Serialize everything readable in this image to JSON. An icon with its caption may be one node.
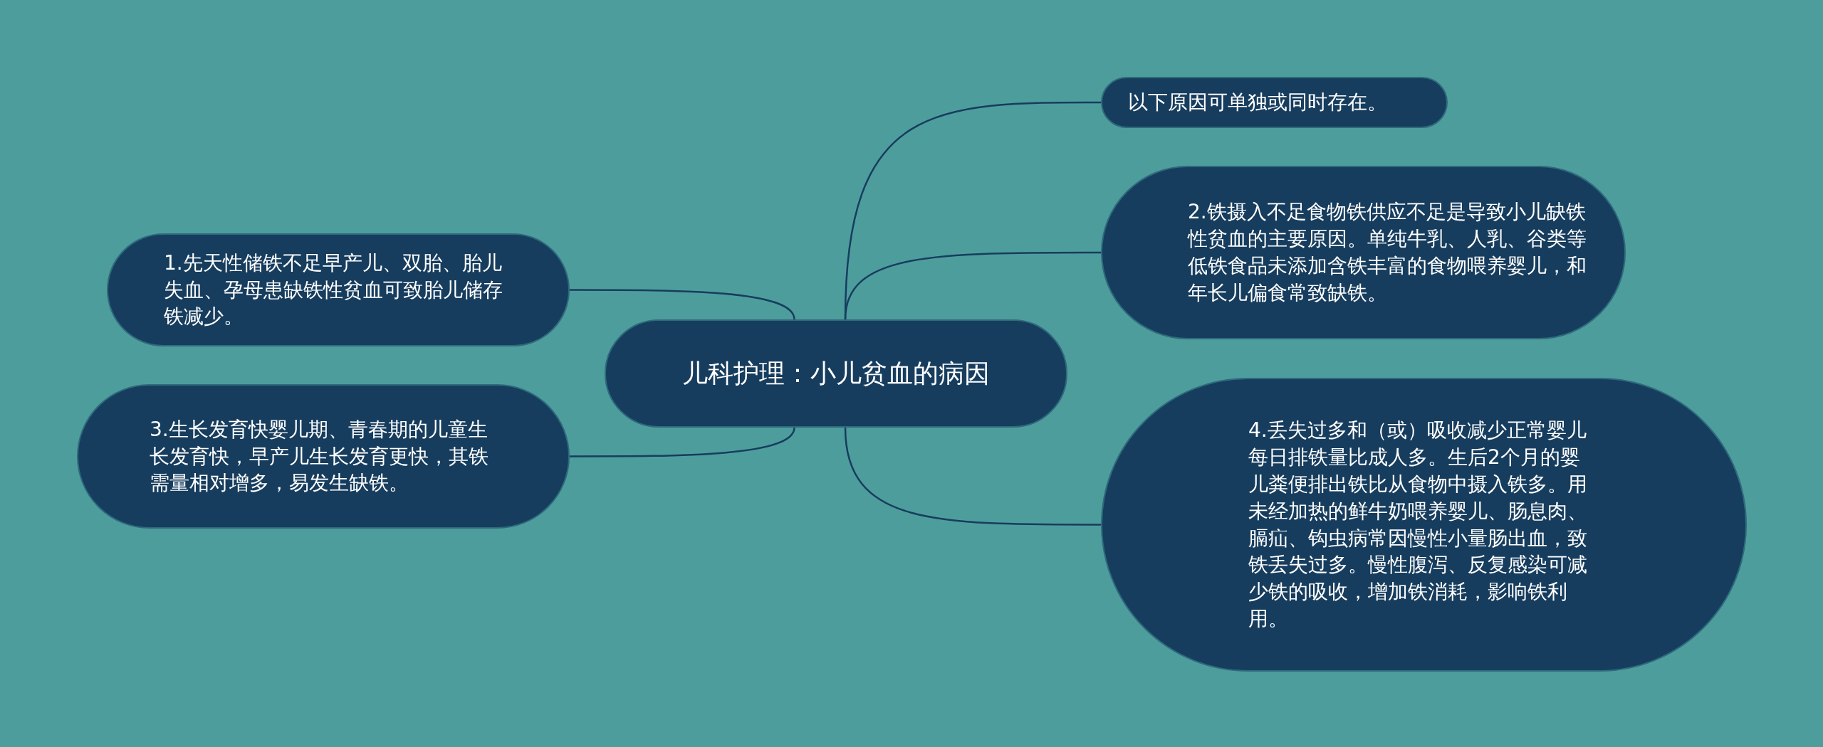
{
  "diagram": {
    "nodes": [
      {
        "text": [
          "儿科护理：小儿贫血的病因"
        ]
      },
      {
        "text": [
          "以下原因可单独或同时存在。"
        ]
      },
      {
        "text": [
          "2.铁摄入不足食物铁供应不足是导致小儿缺铁性贫血的主要原因。单纯牛乳、人乳、谷类等低铁食品未添加含铁丰富的食物喂养婴儿，和年长儿偏食常致缺铁。"
        ]
      },
      {
        "text": [
          "4.丢失过多和（或）吸收减少正常婴儿每日排铁量比成人多。生后2个月的婴儿粪便排出铁比从食物中摄入铁多。用未经加热的鲜牛奶喂养婴儿、肠息肉、膈疝、钩虫病常因慢性小量肠出血，致铁丢失过多。慢性腹泻、反复感染可减少铁的吸收，增加铁消耗，影响铁利用。"
        ]
      },
      {
        "text": [
          "1.先天性储铁不足早产儿、双胎、胎儿失血、孕母患缺铁性贫血可致胎儿储存铁减少。"
        ]
      },
      {
        "text": [
          "3.生长发育快婴儿期、青春期的儿童生长发育快，早产儿生长发育更快，其铁需量相对增多，易发生缺铁。"
        ]
      }
    ],
    "edges": [
      {
        "from": 0,
        "to": 1,
        "arrow": "none"
      },
      {
        "from": 0,
        "to": 2,
        "arrow": "none"
      },
      {
        "from": 0,
        "to": 3,
        "arrow": "none"
      },
      {
        "from": 0,
        "to": 4,
        "arrow": "none"
      },
      {
        "from": 0,
        "to": 5,
        "arrow": "none"
      }
    ]
  }
}
